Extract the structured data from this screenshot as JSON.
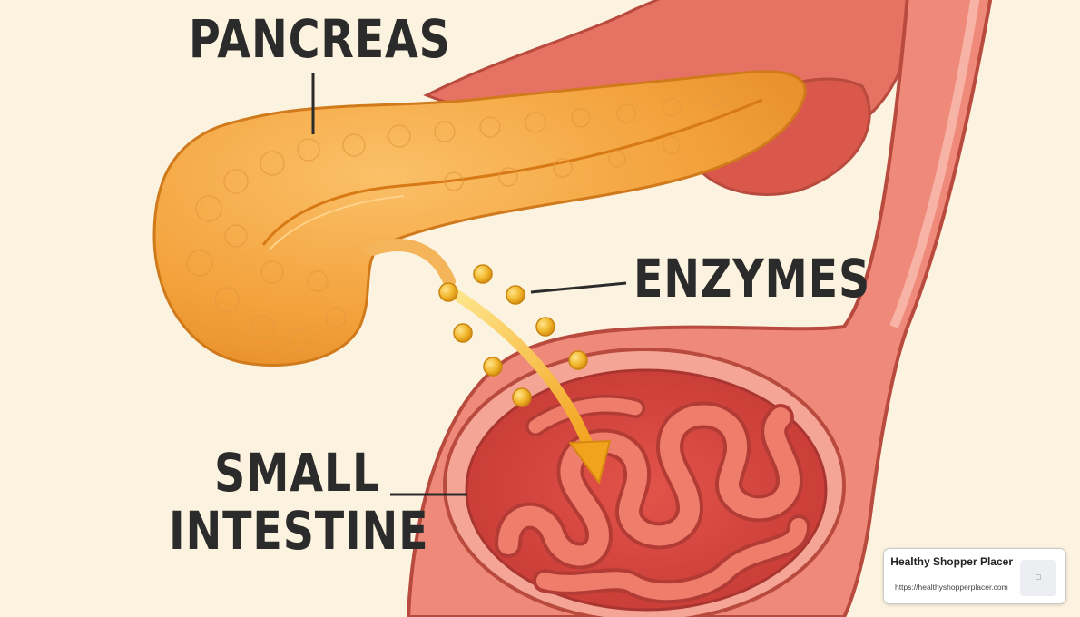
{
  "labels": {
    "pancreas": "PANCREAS",
    "enzymes": "ENZYMES",
    "small_line1": "SMALL",
    "small_line2": "INTESTINE"
  },
  "badge": {
    "title": "Healthy Shopper Placer",
    "url": "https://healthyshopperplacer.com",
    "logo_icon": "image-placeholder-icon"
  },
  "colors": {
    "background": "#fbf3df",
    "pancreas": "#f5a940",
    "intestine": "#e0604f",
    "enzymes": "#f0b22a",
    "label_text": "#2b2b2b"
  }
}
